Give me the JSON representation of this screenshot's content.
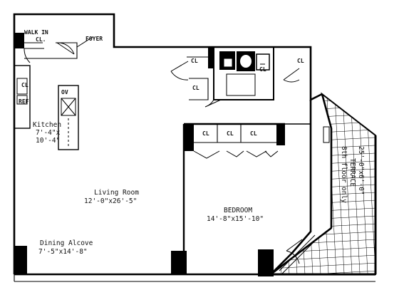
{
  "rooms": {
    "walk_in_closet": {
      "line1": "WALK IN",
      "line2": "CL."
    },
    "foyer": "FOYER",
    "kitchen": {
      "name": "Kitchen",
      "dim1": "7'-4\"x",
      "dim2": "10'-4\""
    },
    "living_room": {
      "name": "Living Room",
      "dims": "12'-0\"x26'-5\""
    },
    "bedroom": {
      "name": "BEDROOM",
      "dims": "14'-8\"x15'-10\""
    },
    "dining_alcove": {
      "name": "Dining Alcove",
      "dims": "7'-5\"x14'-8\""
    },
    "terrace": {
      "dims": "25'-0\"x6'-0\"",
      "name": "TERRACE",
      "note1": "8th floor",
      "note2": "only"
    }
  },
  "closets": [
    "CL",
    "CL",
    "CL",
    "CL",
    "CL",
    "CL",
    "CL",
    "CL"
  ],
  "fixture_marks": {
    "oven": "OV",
    "refrigerator": "REF"
  }
}
